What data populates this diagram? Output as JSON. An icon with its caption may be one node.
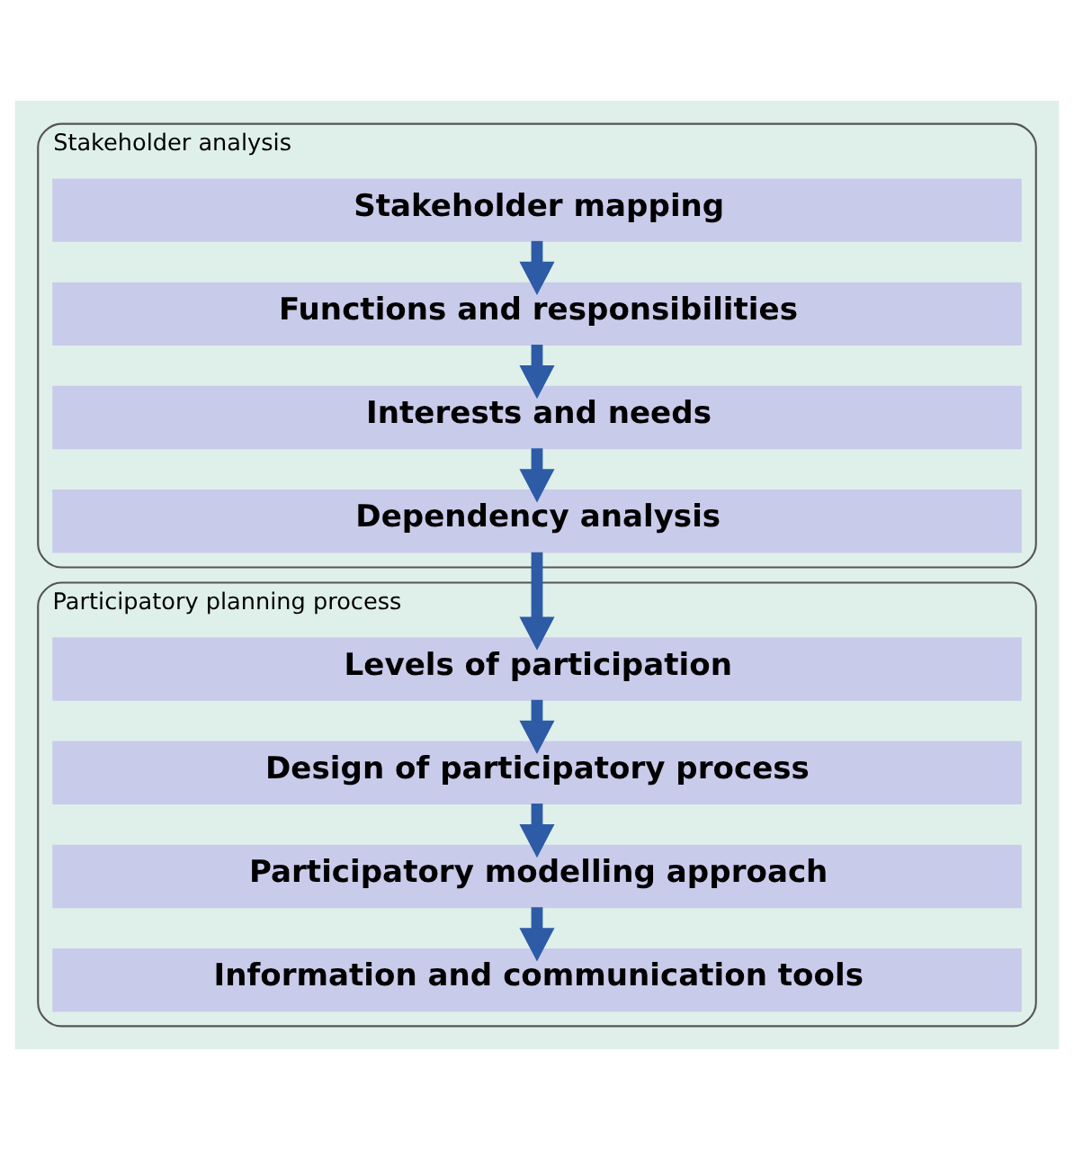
{
  "diagram": {
    "nodes": [
      {
        "text": [
          "Stakeholder analysis"
        ]
      },
      {
        "text": [
          "Stakeholder mapping"
        ],
        "in": 0
      },
      {
        "text": [
          "Functions and responsibilities"
        ],
        "in": 0
      },
      {
        "text": [
          "Interests and needs"
        ],
        "in": 0
      },
      {
        "text": [
          "Dependency analysis"
        ],
        "in": 0
      },
      {
        "text": [
          "Participatory planning process"
        ]
      },
      {
        "text": [
          "Levels of participation"
        ],
        "in": 5
      },
      {
        "text": [
          "Design of participatory process"
        ],
        "in": 5
      },
      {
        "text": [
          "Participatory modelling approach"
        ],
        "in": 5
      },
      {
        "text": [
          "Information and communication tools"
        ],
        "in": 5
      }
    ],
    "edges": [
      {
        "from": 1,
        "to": 2,
        "arrow": "to"
      },
      {
        "from": 2,
        "to": 3,
        "arrow": "to"
      },
      {
        "from": 3,
        "to": 4,
        "arrow": "to"
      },
      {
        "from": 4,
        "to": 6,
        "arrow": "to"
      },
      {
        "from": 6,
        "to": 7,
        "arrow": "to"
      },
      {
        "from": 7,
        "to": 8,
        "arrow": "to"
      },
      {
        "from": 8,
        "to": 9,
        "arrow": "to"
      }
    ]
  }
}
